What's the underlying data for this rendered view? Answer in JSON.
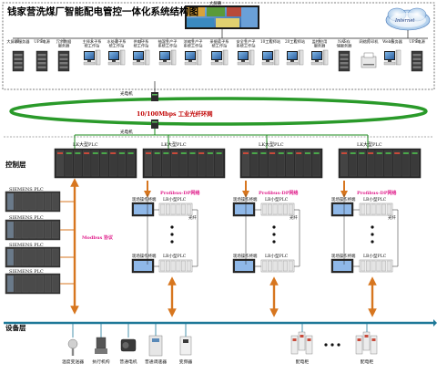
{
  "title": "钱家营洗煤厂智能配电管控一体化系统结构图",
  "big_screen_label": "大屏幕",
  "internet_label": "Internet",
  "top_devices": [
    "大屏幕服务器",
    "UPS电源",
    "冗余数据服务器",
    "主择水子系统工作站",
    "水处理子系统工作站",
    "供电子系统工作站",
    "抽湿生产子系统工作站",
    "浓缩生产子系统工作站",
    "采掘运子系统工作站",
    "安全生产子系统工作站",
    "10工程师站",
    "20工程师站",
    "监控应用服务器",
    "NAS存储服务器",
    "网络打印机",
    "Web服务器",
    "UPS电源"
  ],
  "network": {
    "optical_switch_label": "光电机",
    "ring_label": "10/100Mbps 工业光纤环网",
    "modbus_label": "Modbus 协议",
    "profibus_label": "Profibus-DP网络",
    "fiber_label": "光纤"
  },
  "layers": {
    "control": "控制层",
    "device": "设备层"
  },
  "big_plc_label": "LK大型PLC",
  "siemens_label": "SIEMENS PLC",
  "field_terminal_label": "现场操作终端",
  "small_plc_label": "LB小型PLC",
  "device_items": [
    "温度变送器",
    "执行机构",
    "普通电机",
    "普通调速器",
    "变频器",
    "配电柜",
    "配电柜"
  ],
  "colors": {
    "ring": "#2a9a2a",
    "green_link": "#1a8a1a",
    "orange_arrow": "#d7761f",
    "bus": "#1e7898",
    "plc_body": "#2c2c2c",
    "net_red": "#c00000",
    "profibus_pink": "#e0208c"
  }
}
